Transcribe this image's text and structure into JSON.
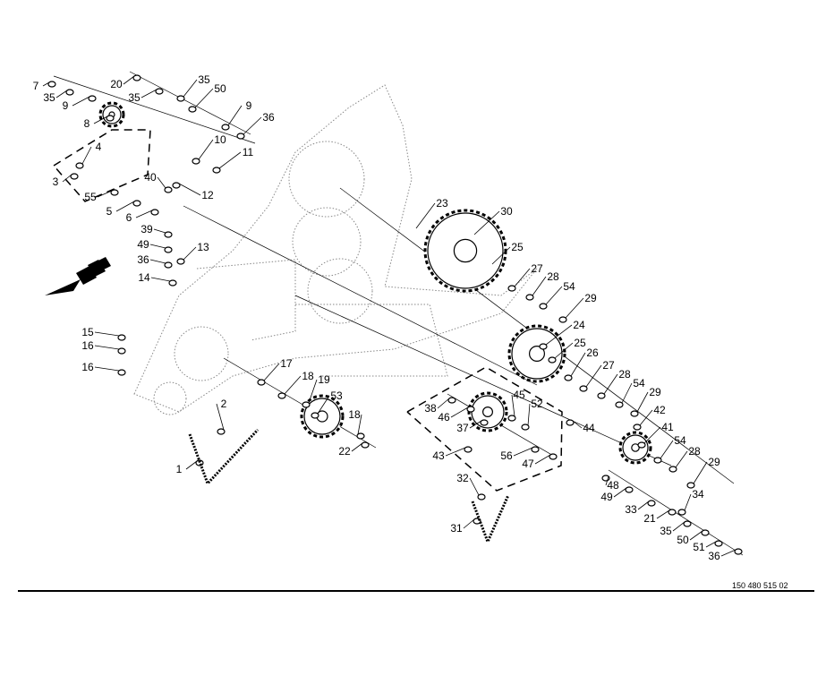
{
  "drawing_number": "150 480 515 02",
  "callouts": [
    "7",
    "35",
    "9",
    "8",
    "20",
    "35",
    "35",
    "50",
    "9",
    "36",
    "10",
    "11",
    "4",
    "3",
    "12",
    "40",
    "55",
    "5",
    "6",
    "39",
    "49",
    "36",
    "13",
    "14",
    "15",
    "16",
    "16",
    "17",
    "18",
    "19",
    "53",
    "18",
    "22",
    "2",
    "1",
    "23",
    "30",
    "25",
    "27",
    "28",
    "54",
    "29",
    "24",
    "25",
    "26",
    "27",
    "28",
    "54",
    "29",
    "42",
    "41",
    "54",
    "28",
    "29",
    "44",
    "45",
    "52",
    "38",
    "46",
    "37",
    "56",
    "47",
    "43",
    "32",
    "31",
    "48",
    "49",
    "33",
    "34",
    "21",
    "35",
    "50",
    "51",
    "36"
  ],
  "colors": {
    "line": "#000000",
    "frame": "#888888"
  }
}
